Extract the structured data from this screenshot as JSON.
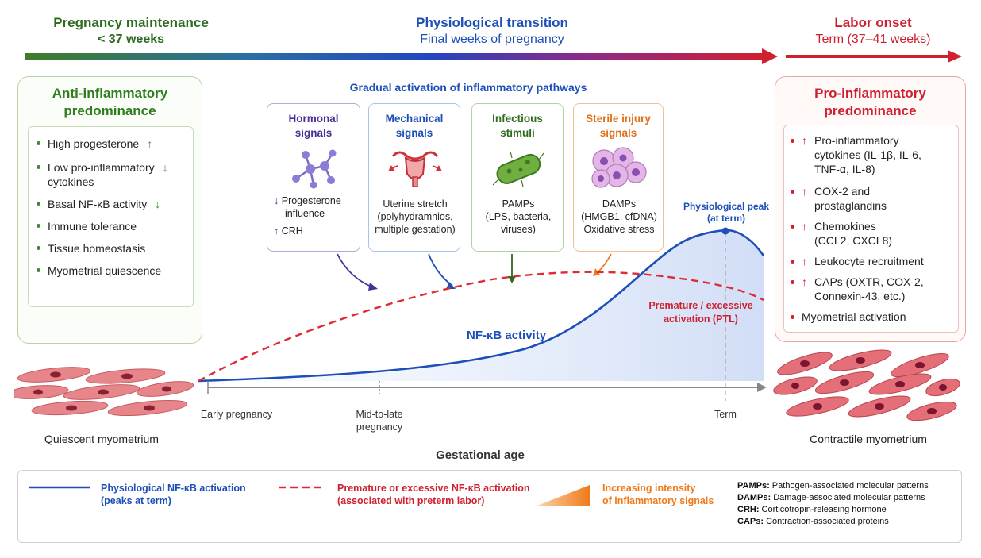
{
  "header": {
    "left_title": "Pregnancy maintenance",
    "left_sub": "< 37 weeks",
    "center_title": "Physiological transition",
    "center_sub": "Final weeks of pregnancy",
    "right_title": "Labor onset",
    "right_sub": "Term (37–41 weeks)"
  },
  "left_panel": {
    "title_line1": "Anti-inflammatory",
    "title_line2": "predominance",
    "items": [
      {
        "text": "High progesterone",
        "arrow": "↑"
      },
      {
        "text1": "Low pro-inflammatory",
        "text2": "cytokines",
        "arrow": "↓"
      },
      {
        "text": "Basal NF-κB activity",
        "arrow": "↓"
      },
      {
        "text": "Immune tolerance"
      },
      {
        "text": "Tissue homeostasis"
      },
      {
        "text": "Myometrial quiescence"
      }
    ]
  },
  "signals": {
    "heading": "Gradual activation of inflammatory pathways",
    "hormonal": {
      "title1": "Hormonal",
      "title2": "signals",
      "arrow1": "↓",
      "line1": "Progesterone",
      "line2": "influence",
      "arrow2": "↑",
      "line3": "CRH"
    },
    "mechanical": {
      "title1": "Mechanical",
      "title2": "signals",
      "line1": "Uterine stretch",
      "line2": "(polyhydramnios,",
      "line3": "multiple gestation)"
    },
    "infectious": {
      "title1": "Infectious",
      "title2": "stimuli",
      "line1": "PAMPs",
      "line2": "(LPS, bacteria,",
      "line3": "viruses)"
    },
    "sterile": {
      "title1": "Sterile injury",
      "title2": "signals",
      "line1": "DAMPs",
      "line2": "(HMGB1, cfDNA)",
      "line3": "Oxidative stress"
    }
  },
  "right_panel": {
    "title_line1": "Pro-inflammatory",
    "title_line2": "predominance",
    "items": [
      {
        "arrow": "↑",
        "lines": [
          "Pro-inflammatory",
          "cytokines (IL-1β, IL-6,",
          "TNF-α, IL-8)"
        ]
      },
      {
        "arrow": "↑",
        "lines": [
          "COX-2 and",
          "prostaglandins"
        ]
      },
      {
        "arrow": "↑",
        "lines": [
          "Chemokines",
          "(CCL2, CXCL8)"
        ]
      },
      {
        "arrow": "↑",
        "lines": [
          "Leukocyte recruitment"
        ]
      },
      {
        "arrow": "↑",
        "lines": [
          "CAPs (OXTR, COX-2,",
          "Connexin-43, etc.)"
        ]
      },
      {
        "arrow": "",
        "lines": [
          "Myometrial activation"
        ]
      }
    ]
  },
  "curve": {
    "nfkb_label": "NF-κB activity",
    "peak_label1": "Physiological peak",
    "peak_label2": "(at term)",
    "ptl_label1": "Premature / excessive",
    "ptl_label2": "activation (PTL)"
  },
  "axis": {
    "tick_early": "Early pregnancy",
    "tick_mid1": "Mid-to-late",
    "tick_mid2": "pregnancy",
    "tick_term": "Term",
    "title": "Gestational age"
  },
  "cells": {
    "left_caption": "Quiescent myometrium",
    "right_caption": "Contractile myometrium"
  },
  "legend": {
    "phys1": "Physiological NF-κB activation",
    "phys2": "(peaks at term)",
    "prem1": "Premature or excessive NF-κB activation",
    "prem2": "(associated with preterm labor)",
    "inc1": "Increasing intensity",
    "inc2": "of inflammatory signals",
    "abbr": [
      {
        "key": "PAMPs:",
        "val": " Pathogen-associated molecular patterns"
      },
      {
        "key": "DAMPs:",
        "val": " Damage-associated molecular patterns"
      },
      {
        "key": "CRH:",
        "val": " Corticotropin-releasing hormone"
      },
      {
        "key": "CAPs:",
        "val": " Contraction-associated proteins"
      }
    ]
  },
  "colors": {
    "green": "#2e7d1f",
    "blue": "#1d4fb8",
    "red": "#cf2030",
    "orange": "#f07a1a",
    "purple": "#5a3fa0"
  }
}
